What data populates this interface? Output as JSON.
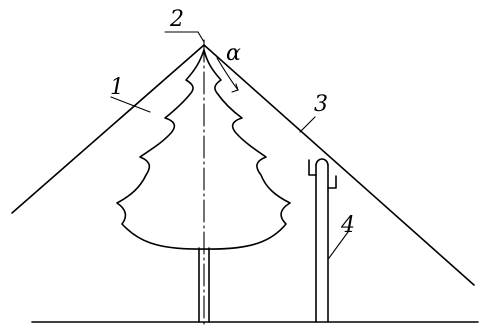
{
  "labels": {
    "label_1": "1",
    "label_2": "2",
    "label_3": "3",
    "label_4": "4",
    "angle": "α"
  }
}
